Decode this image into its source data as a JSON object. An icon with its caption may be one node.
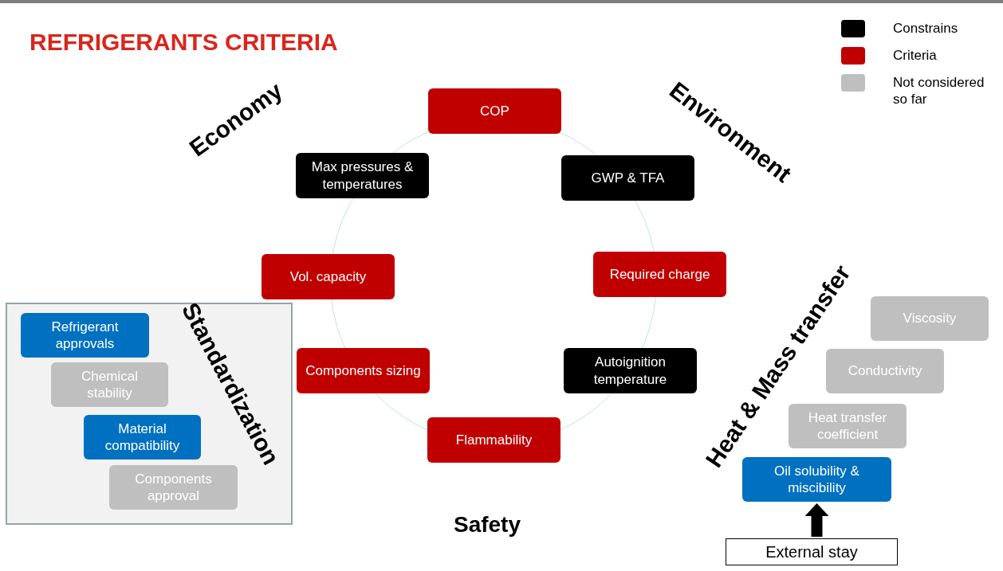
{
  "diagram": {
    "title": "REFRIGERANTS CRITERIA",
    "nodes": [
      {
        "text": [
          "COP"
        ]
      },
      {
        "text": [
          "Max pressures & temperatures"
        ]
      },
      {
        "text": [
          "GWP & TFA"
        ]
      },
      {
        "text": [
          "Vol. capacity"
        ]
      },
      {
        "text": [
          "Required charge"
        ]
      },
      {
        "text": [
          "Standardization"
        ]
      },
      {
        "text": [
          "Refrigerant approvals"
        ],
        "in": 5
      },
      {
        "text": [
          "Chemical stability"
        ],
        "in": 5
      },
      {
        "text": [
          "Material compatibility"
        ],
        "in": 5
      },
      {
        "text": [
          "Components approval"
        ],
        "in": 5
      },
      {
        "text": [
          "Viscosity"
        ]
      },
      {
        "text": [
          "Components sizing"
        ]
      },
      {
        "text": [
          "Autoignition temperature"
        ]
      },
      {
        "text": [
          "Conductivity"
        ]
      },
      {
        "text": [
          "Heat transfer coefficient"
        ]
      },
      {
        "text": [
          "Flammability"
        ]
      },
      {
        "text": [
          "Oil solubility & miscibility"
        ]
      },
      {
        "text": [
          "External stay"
        ]
      },
      {
        "text": [],
        "shape": "circle"
      }
    ],
    "edges": [
      {
        "from": 17,
        "to": 16,
        "arrow": "to"
      }
    ],
    "labels": [
      "Economy",
      "Environment",
      "Heat & Mass transfer",
      "Safety"
    ],
    "legend": [
      {
        "text": "Constrains",
        "color": "#000000"
      },
      {
        "text": "Criteria",
        "color": "#c00000"
      },
      {
        "text": "Not considered so far",
        "color": "#bfbfbf"
      }
    ]
  }
}
